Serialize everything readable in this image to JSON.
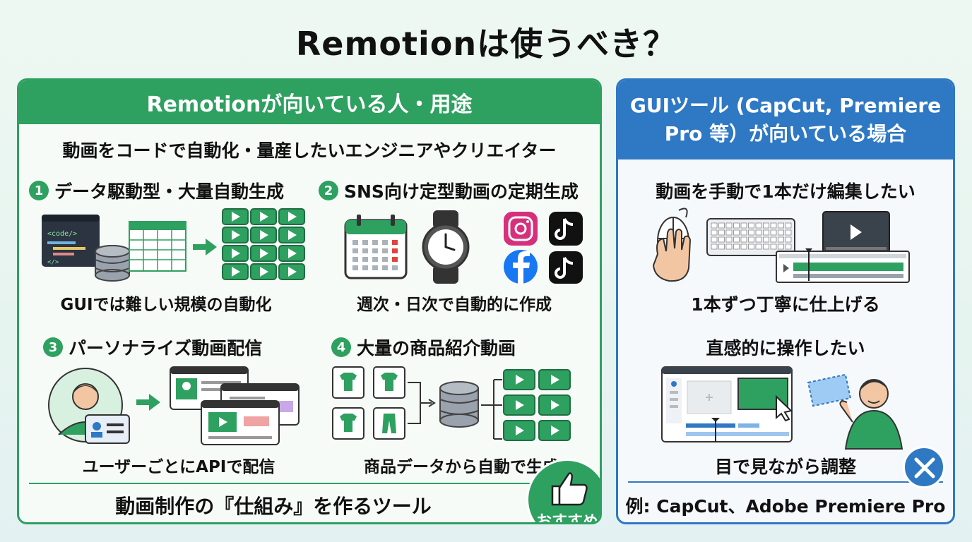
{
  "title": "Remotionは使うべき？",
  "left": {
    "header": "Remotionが向いている人・用途",
    "subtitle": "動画をコードで自動化・量産したいエンジニアやクリエイター",
    "cases": [
      {
        "num": "1",
        "title": "データ駆動型・大量自動生成",
        "caption": "GUIでは難しい規模の自動化"
      },
      {
        "num": "2",
        "title": "SNS向け定型動画の定期生成",
        "caption": "週次・日次で自動的に作成"
      },
      {
        "num": "3",
        "title": "パーソナライズ動画配信",
        "caption": "ユーザーごとにAPIで配信"
      },
      {
        "num": "4",
        "title": "大量の商品紹介動画",
        "caption": "商品データから自動で生成"
      }
    ],
    "code_label": "<code/>",
    "code_end": "</>",
    "footer": "動画制作の『仕組み』を作るツール",
    "badge": "おすすめ"
  },
  "right": {
    "header_line1": "GUIツール (CapCut, Premiere",
    "header_line2": "Pro 等）が向いている場合",
    "case1": "動画を手動で1本だけ編集したい",
    "caption1": "1本ずつ丁寧に仕上げる",
    "case2": "直感的に操作したい",
    "caption2": "目で見ながら調整",
    "example": "例: CapCut、Adobe Premiere Pro"
  },
  "colors": {
    "green": "#2ea060",
    "blue": "#2f78c4"
  }
}
